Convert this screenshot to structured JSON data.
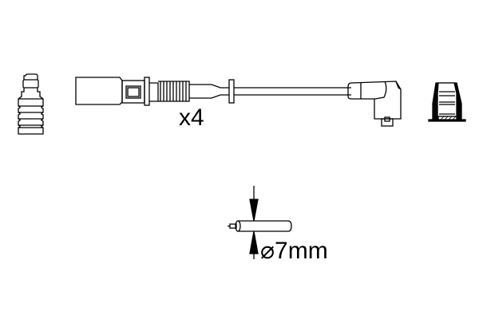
{
  "diagram": {
    "type": "technical-parts-drawing",
    "background": "#ffffff",
    "stroke_color": "#000000",
    "parts": [
      {
        "id": "spark-plug-end-boot",
        "label": ""
      },
      {
        "id": "ignition-lead-straight-connector",
        "label": ""
      },
      {
        "id": "ignition-lead-angled-connector",
        "label": ""
      },
      {
        "id": "connector-cross-section",
        "label": ""
      },
      {
        "id": "cable-diameter-detail",
        "label": ""
      }
    ],
    "quantity_label": "x4",
    "diameter_label": "⌀7mm"
  }
}
